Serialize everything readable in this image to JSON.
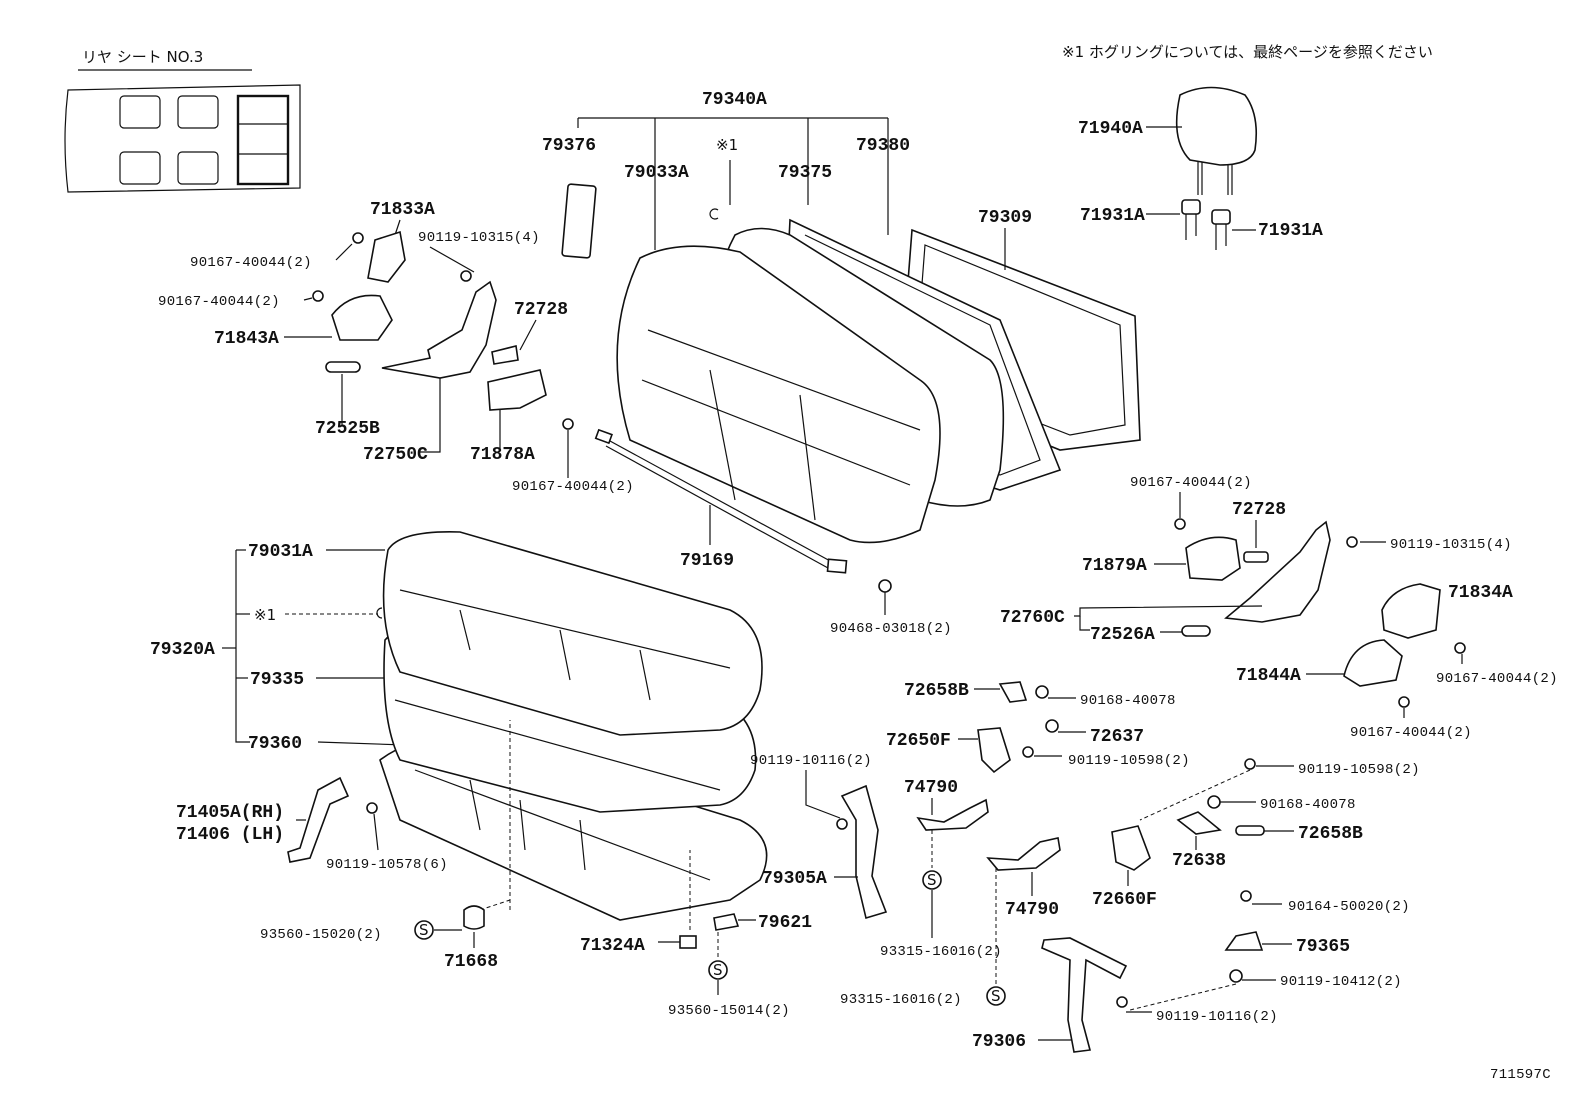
{
  "header": {
    "title": "リヤ シート  NO.3",
    "note": "※1  ホグリングについては、最終ページを参照ください"
  },
  "footer": {
    "code": "711597C"
  },
  "labels": {
    "p79340A": "79340A",
    "p79376": "79376",
    "p79033A": "79033A",
    "p79375": "79375",
    "p79380": "79380",
    "p79309": "79309",
    "ref1_top": "※1",
    "p71940A": "71940A",
    "p71931A_l": "71931A",
    "p71931A_r": "71931A",
    "p71833A": "71833A",
    "p90167_40044_a": "90167-40044(2)",
    "p90119_10315_a": "90119-10315(4)",
    "p90167_40044_b": "90167-40044(2)",
    "p71843A": "71843A",
    "p72728_a": "72728",
    "p72525B": "72525B",
    "p72750C": "72750C",
    "p71878A": "71878A",
    "p90167_40044_c": "90167-40044(2)",
    "p79169": "79169",
    "p79031A": "79031A",
    "ref1_mid": "※1",
    "p79320A": "79320A",
    "p79335": "79335",
    "p79360": "79360",
    "p90468_03018": "90468-03018(2)",
    "p90167_40044_d": "90167-40044(2)",
    "p72728_b": "72728",
    "p90119_10315_b": "90119-10315(4)",
    "p71879A": "71879A",
    "p71834A": "71834A",
    "p72760C": "72760C",
    "p72526A": "72526A",
    "p90167_40044_e": "90167-40044(2)",
    "p71844A": "71844A",
    "p90167_40044_f": "90167-40044(2)",
    "p72658B_a": "72658B",
    "p90168_40078_a": "90168-40078",
    "p72637": "72637",
    "p72650F": "72650F",
    "p90119_10598_a": "90119-10598(2)",
    "p90119_10116_a": "90119-10116(2)",
    "p74790_a": "74790",
    "p90119_10598_b": "90119-10598(2)",
    "p90168_40078_b": "90168-40078",
    "p72658B_b": "72658B",
    "p72638": "72638",
    "p71405A": "71405A(RH)",
    "p71406": "71406 (LH)",
    "p90119_10578": "90119-10578(6)",
    "p79305A": "79305A",
    "p74790_b": "74790",
    "p72660F": "72660F",
    "p90164_50020": "90164-50020(2)",
    "p93560_15020": "93560-15020(2)",
    "p71668": "71668",
    "p71324A": "71324A",
    "p79621": "79621",
    "p93315_16016_a": "93315-16016(2)",
    "p79365": "79365",
    "p90119_10412": "90119-10412(2)",
    "p93315_16016_b": "93315-16016(2)",
    "p93560_15014": "93560-15014(2)",
    "p90119_10116_b": "90119-10116(2)",
    "p79306": "79306",
    "s_symbol": "S"
  }
}
